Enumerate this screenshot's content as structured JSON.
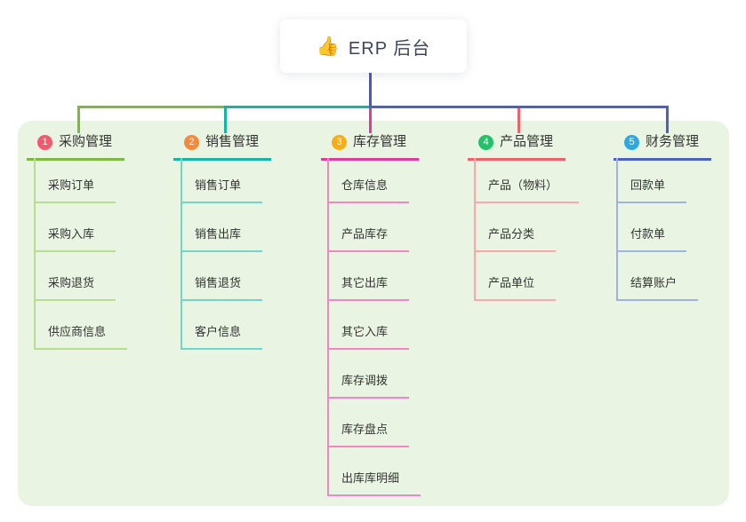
{
  "root": {
    "icon": "👍",
    "label": "ERP 后台"
  },
  "colors": {
    "root_line": "#4a54c6",
    "panel_bg": "#e9f5e2"
  },
  "branches": [
    {
      "badge": "1",
      "badge_color": "#f4586d",
      "line_color": "#7cb93e",
      "light_color": "#b7dd91",
      "label": "采购管理",
      "children": [
        "采购订单",
        "采购入库",
        "采购退货",
        "供应商信息"
      ]
    },
    {
      "badge": "2",
      "badge_color": "#f58a3c",
      "line_color": "#13b5a5",
      "light_color": "#72d5c8",
      "label": "销售管理",
      "children": [
        "销售订单",
        "销售出库",
        "销售退货",
        "客户信息"
      ]
    },
    {
      "badge": "3",
      "badge_color": "#f6ad17",
      "line_color": "#e23a9c",
      "light_color": "#f087c2",
      "label": "库存管理",
      "children": [
        "仓库信息",
        "产品库存",
        "其它出库",
        "其它入库",
        "库存调拨",
        "库存盘点",
        "出库库明细"
      ]
    },
    {
      "badge": "4",
      "badge_color": "#22c16a",
      "line_color": "#f4606a",
      "light_color": "#f8a7ab",
      "label": "产品管理",
      "children": [
        "产品（物料）",
        "产品分类",
        "产品单位"
      ]
    },
    {
      "badge": "5",
      "badge_color": "#2fa7e0",
      "line_color": "#4a5fc8",
      "light_color": "#9db3e6",
      "label": "财务管理",
      "children": [
        "回款单",
        "付款单",
        "结算账户"
      ]
    }
  ]
}
